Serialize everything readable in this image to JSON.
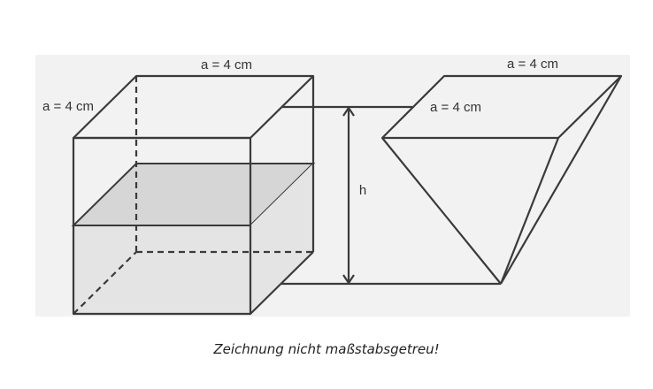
{
  "labels": {
    "cube_top_edge": "a = 4 cm",
    "cube_depth_edge": "a = 4 cm",
    "prism_top_edge": "a = 4 cm",
    "prism_depth_edge": "a = 4 cm",
    "height": "h"
  },
  "caption": "Zeichnung nicht maßstabsgetreu!",
  "colors": {
    "panel_background": "#f2f2f2",
    "water_fill": "#e4e4e4",
    "edge_stroke": "#3a3a3a"
  }
}
